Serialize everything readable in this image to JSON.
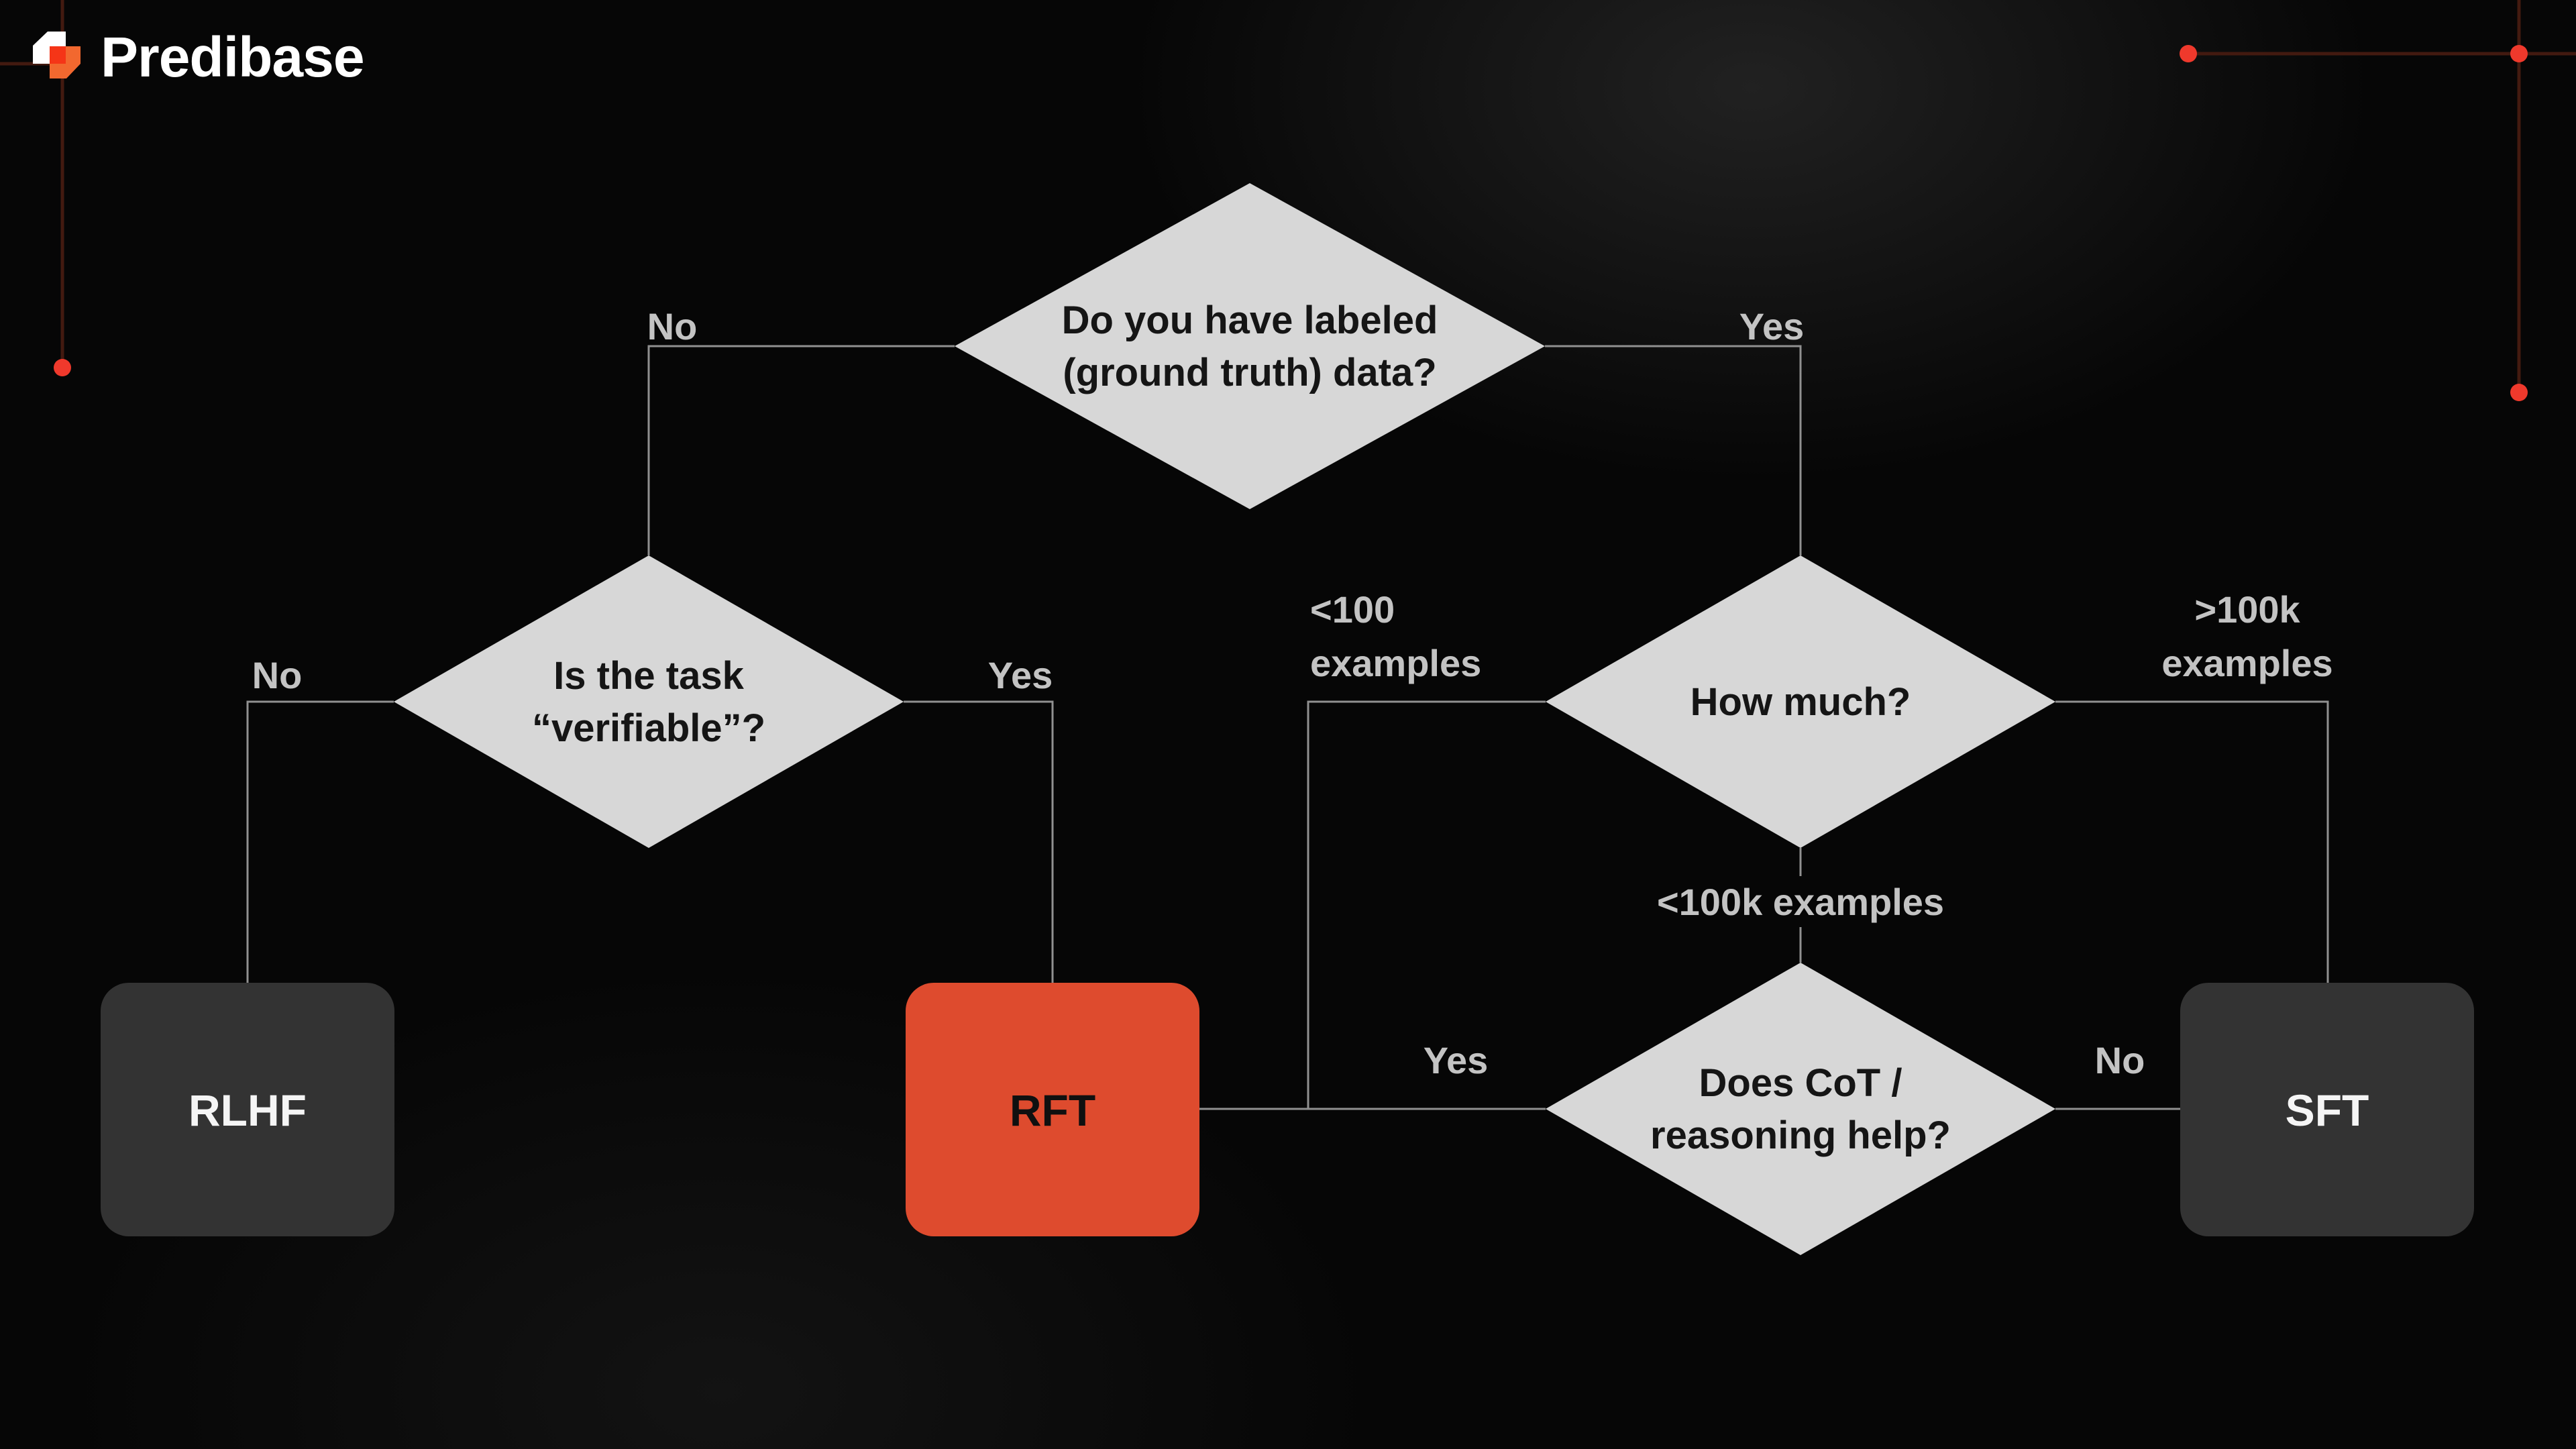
{
  "brand": {
    "name": "Predibase"
  },
  "flowchart": {
    "nodes": {
      "q_labeled": {
        "line1": "Do you have labeled",
        "line2": "(ground truth) data?"
      },
      "q_verifiable": {
        "line1": "Is the task",
        "line2": "“verifiable”?"
      },
      "q_how_much": {
        "line1": "How much?"
      },
      "q_cot": {
        "line1": "Does CoT /",
        "line2": "reasoning help?"
      },
      "rlhf": {
        "label": "RLHF"
      },
      "rft": {
        "label": "RFT"
      },
      "sft": {
        "label": "SFT"
      }
    },
    "labels": {
      "no1": "No",
      "yes1": "Yes",
      "no2": "No",
      "yes2": "Yes",
      "lt100_line1": "<100",
      "lt100_line2": "examples",
      "gt100k_line1": ">100k",
      "gt100k_line2": "examples",
      "lt100k": "<100k examples",
      "yes3": "Yes",
      "no3": "No"
    },
    "colors": {
      "background": "#060606",
      "diamond_fill": "#d7d7d7",
      "diamond_text": "#151515",
      "box_dark": "#333333",
      "box_accent": "#de4b2e",
      "connector_line": "#909090",
      "branch_label_text": "#c3c3c3",
      "decor_line": "#431a10",
      "decor_dot": "#ef392c",
      "logo_orange": "#f2682f",
      "logo_red": "#f53517",
      "logo_white": "#ffffff"
    }
  }
}
